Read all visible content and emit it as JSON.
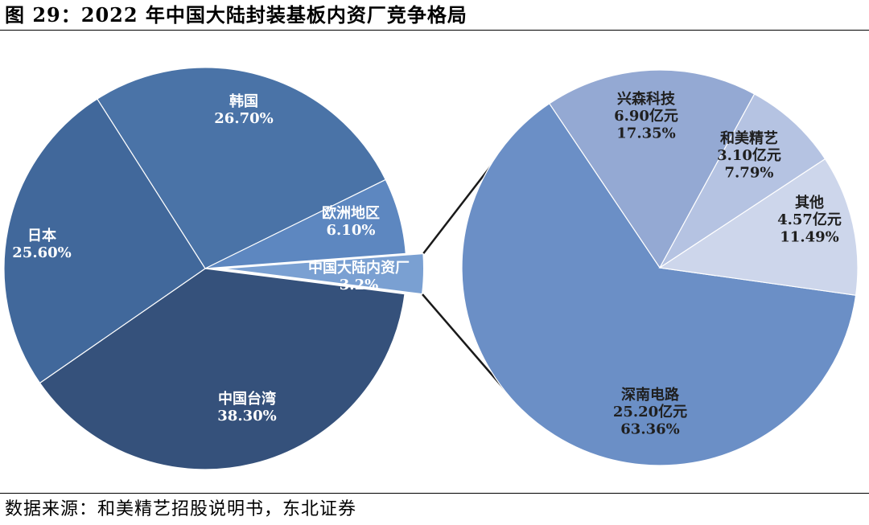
{
  "title": "图 29：2022 年中国大陆封装基板内资厂竞争格局",
  "source": "数据来源：和美精艺招股说明书，东北证券",
  "colors": {
    "korea": "#4a73a7",
    "japan": "#41689b",
    "taiwan": "#35517b",
    "europe": "#5d87c0",
    "china": "#7aa0d2",
    "shennan": "#6b8fc6",
    "xingsen": "#94a9d3",
    "hemei": "#b5c3e2",
    "other": "#cdd6eb"
  },
  "chart_data": [
    {
      "type": "pie",
      "slices": [
        {
          "key": "korea",
          "label": "韩国",
          "pct_label": "26.70%",
          "value": 26.7
        },
        {
          "key": "europe",
          "label": "欧洲地区",
          "pct_label": "6.10%",
          "value": 6.1
        },
        {
          "key": "china",
          "label": "中国大陆内资厂",
          "pct_label": "3.2%",
          "value": 3.2
        },
        {
          "key": "taiwan",
          "label": "中国台湾",
          "pct_label": "38.30%",
          "value": 38.3
        },
        {
          "key": "japan",
          "label": "日本",
          "pct_label": "25.60%",
          "value": 25.6
        }
      ]
    },
    {
      "type": "pie",
      "slices": [
        {
          "key": "shennan",
          "label": "深南电路",
          "amount_label": "25.20亿元",
          "pct_label": "63.36%",
          "value": 25.2
        },
        {
          "key": "xingsen",
          "label": "兴森科技",
          "amount_label": "6.90亿元",
          "pct_label": "17.35%",
          "value": 6.9
        },
        {
          "key": "hemei",
          "label": "和美精艺",
          "amount_label": "3.10亿元",
          "pct_label": "7.79%",
          "value": 3.1
        },
        {
          "key": "other",
          "label": "其他",
          "amount_label": "4.57亿元",
          "pct_label": "11.49%",
          "value": 4.57
        }
      ]
    }
  ]
}
